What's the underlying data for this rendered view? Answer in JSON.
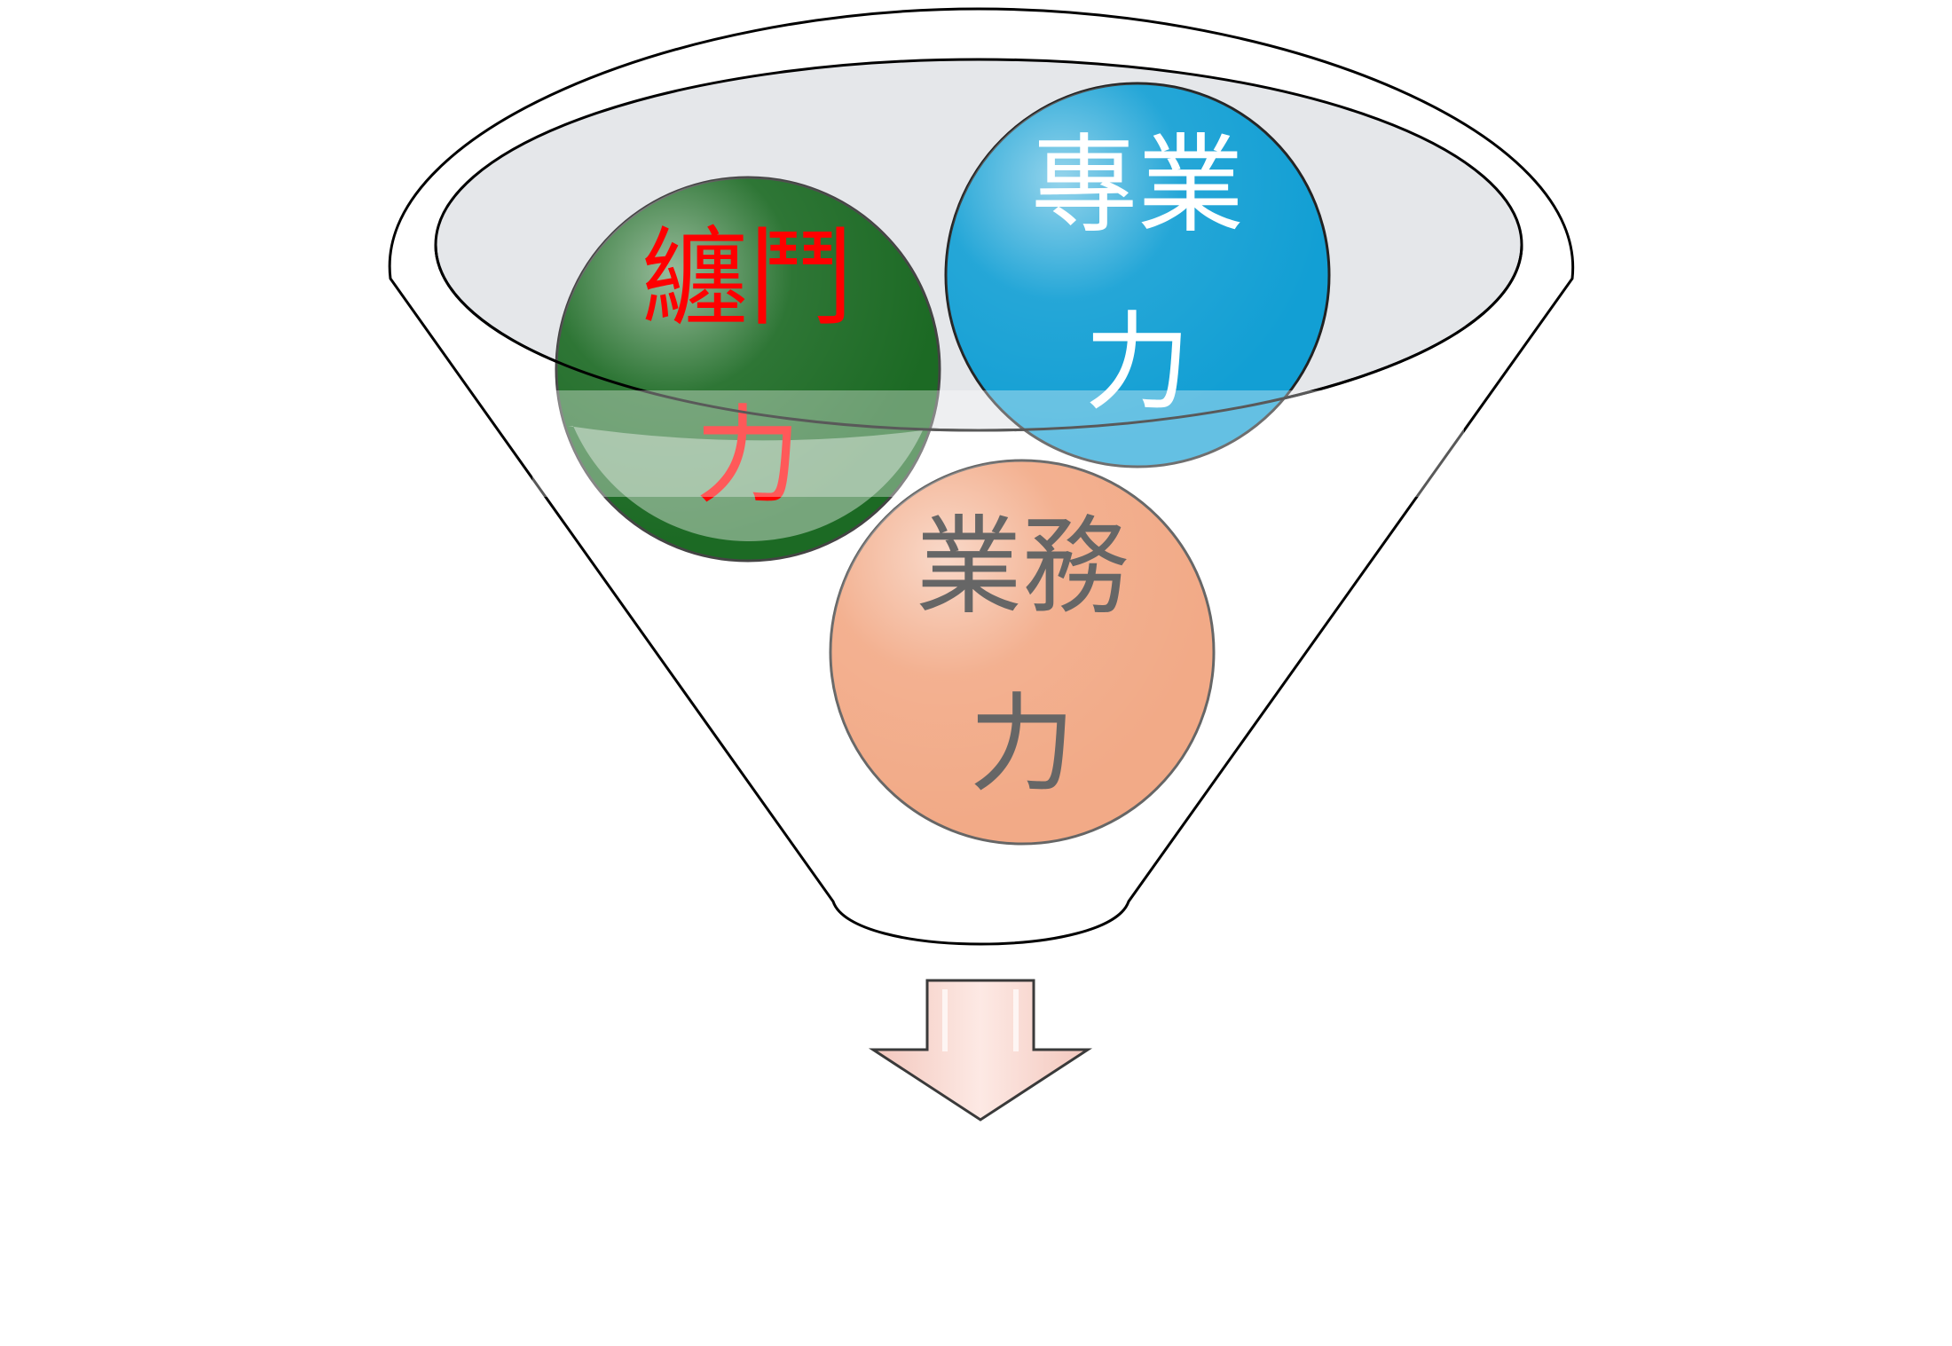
{
  "diagram": {
    "type": "funnel",
    "colors": {
      "funnel_fill": "#ffffff",
      "funnel_outline": "#000000",
      "rim_fill": "#e5e7ea",
      "arrow_fill": "#f7d6cf",
      "arrow_outline": "#3a3a3a"
    },
    "items": [
      {
        "line1": "纏鬥",
        "line2": "力",
        "fill": "#1c6a24",
        "text_color": "#ff0000"
      },
      {
        "line1": "專業",
        "line2": "力",
        "fill": "#129fd4",
        "text_color": "#ffffff"
      },
      {
        "line1": "業務",
        "line2": "力",
        "fill": "#f2aa87",
        "text_color": "#666666"
      }
    ],
    "output_arrow": {
      "icon": "down-arrow-icon"
    }
  }
}
